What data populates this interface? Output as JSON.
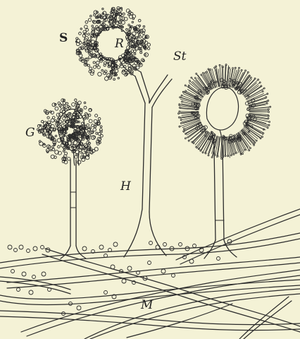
{
  "figure": {
    "labels": {
      "S": "S",
      "R": "R",
      "St": "St",
      "G": "G",
      "H": "H",
      "M": "M"
    }
  },
  "colors": {
    "background": "#f4f2d6",
    "ink": "#2b2b2b"
  }
}
